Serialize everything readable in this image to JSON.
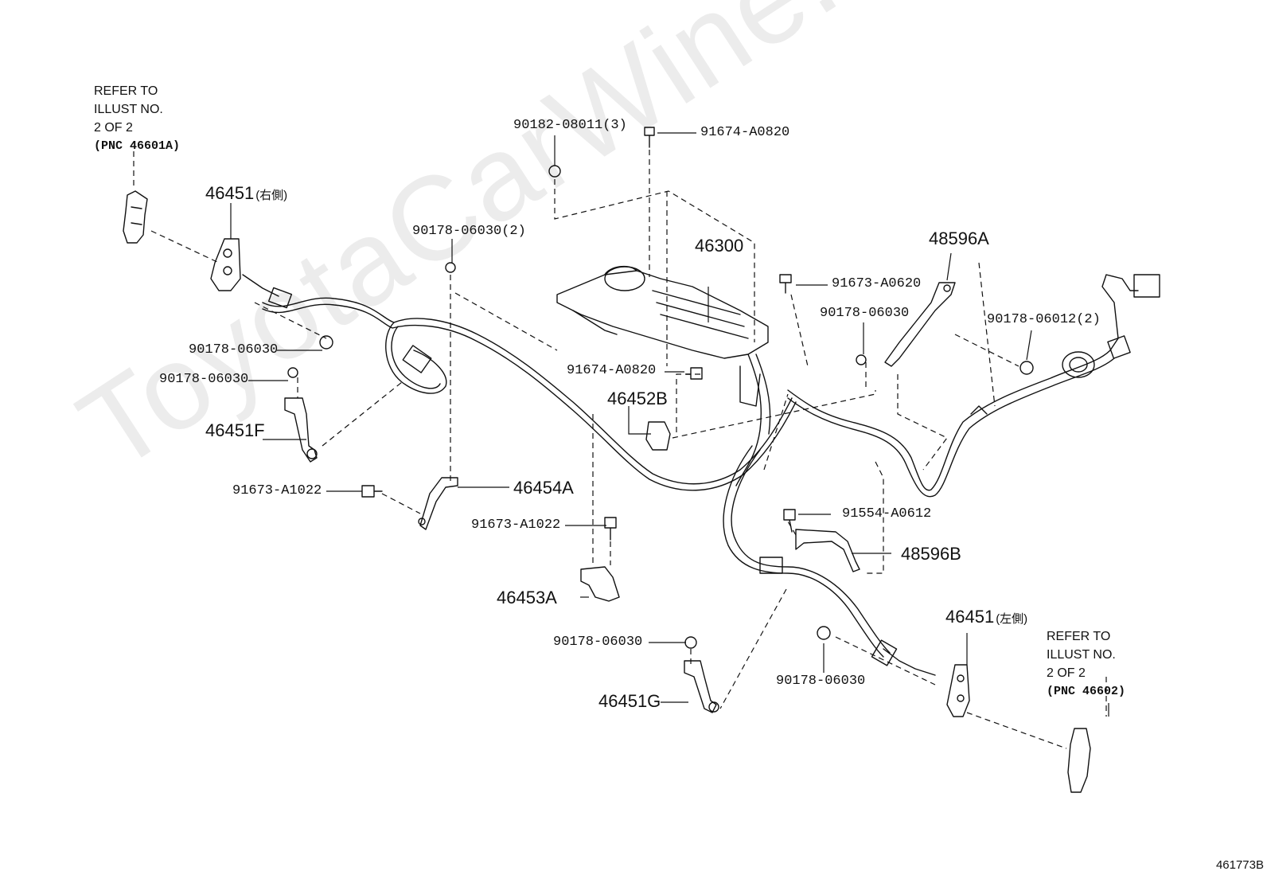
{
  "watermark": "ToyotaCarWine.ru",
  "figure_number": "461773B",
  "notes": {
    "right_side": {
      "line1": "REFER TO",
      "line2": "ILLUST NO.",
      "line3": "2 OF 2",
      "line4": "(PNC 46601A)"
    },
    "left_side": {
      "line1": "REFER TO",
      "line2": "ILLUST NO.",
      "line3": "2 OF 2",
      "line4": "(PNC 46602)"
    }
  },
  "parts": {
    "p46451_right": "46451",
    "p46451_right_suffix": "(右側)",
    "p46451_left": "46451",
    "p46451_left_suffix": "(左側)",
    "p46300": "46300",
    "p48596A": "48596A",
    "p48596B": "48596B",
    "p46452B": "46452B",
    "p46454A": "46454A",
    "p46453A": "46453A",
    "p46451F": "46451F",
    "p46451G": "46451G",
    "n90182_08011": "90182-08011(3)",
    "n91674_A0820_top": "91674-A0820",
    "n91674_A0820_mid": "91674-A0820",
    "n90178_06030_2": "90178-06030(2)",
    "n91673_A0620": "91673-A0620",
    "n90178_06030_a": "90178-06030",
    "n90178_06030_b": "90178-06030",
    "n90178_06030_c": "90178-06030",
    "n90178_06030_d": "90178-06030",
    "n90178_06030_e": "90178-06030",
    "n90178_06012": "90178-06012(2)",
    "n91673_A1022_a": "91673-A1022",
    "n91673_A1022_b": "91673-A1022",
    "n91554_A0612": "91554-A0612"
  }
}
